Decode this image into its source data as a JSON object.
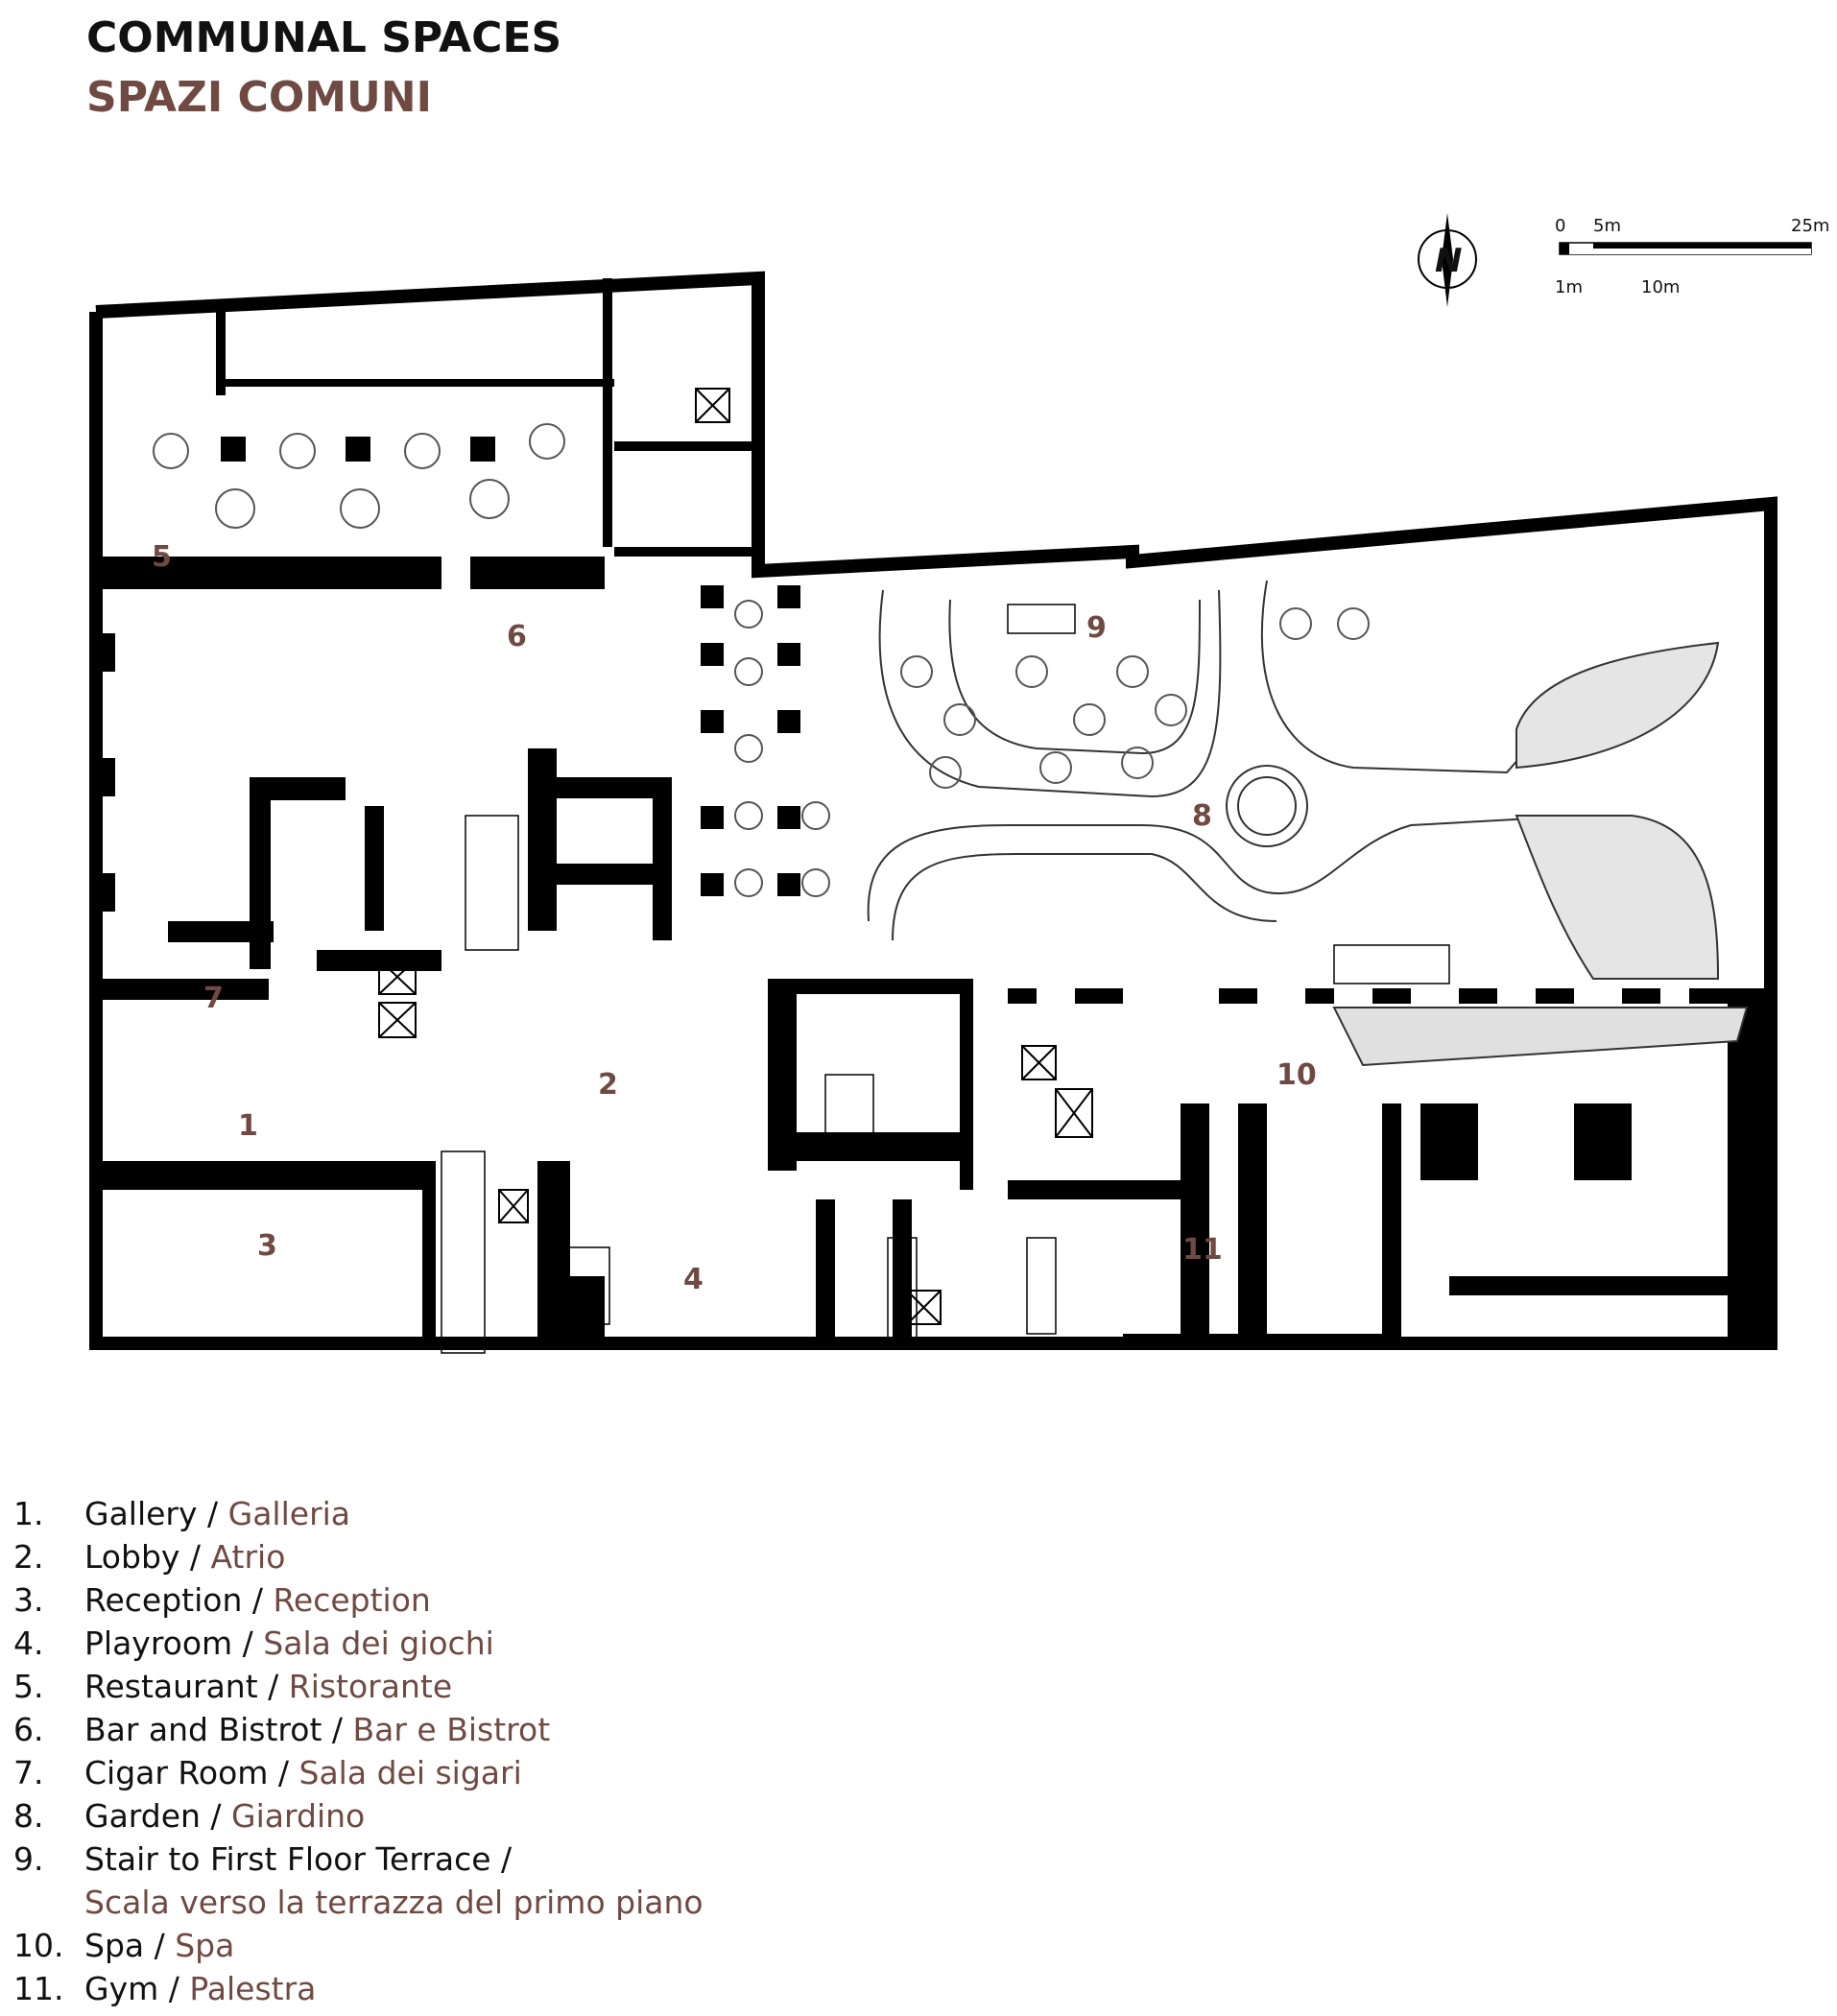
{
  "header": {
    "title": "COMMUNAL SPACES",
    "subtitle": "SPAZI COMUNI"
  },
  "colors": {
    "accent": "#6f4a42",
    "wall": "#000000",
    "text": "#111111"
  },
  "north_arrow": {
    "label": "N"
  },
  "scale_bar": {
    "top_labels": [
      "0",
      "5m",
      "25m"
    ],
    "bottom_labels": [
      "1m",
      "10m"
    ]
  },
  "room_numbers": [
    "1",
    "2",
    "3",
    "4",
    "5",
    "6",
    "7",
    "8",
    "9",
    "10",
    "11"
  ],
  "legend": {
    "items": [
      {
        "num": "1.",
        "en": "Gallery / ",
        "it": "Galleria"
      },
      {
        "num": "2.",
        "en": "Lobby / ",
        "it": "Atrio"
      },
      {
        "num": "3.",
        "en": "Reception / ",
        "it": "Reception"
      },
      {
        "num": "4.",
        "en": "Playroom / ",
        "it": "Sala dei giochi"
      },
      {
        "num": "5.",
        "en": "Restaurant / ",
        "it": "Ristorante"
      },
      {
        "num": "6.",
        "en": "Bar and Bistrot / ",
        "it": "Bar e Bistrot"
      },
      {
        "num": "7.",
        "en": "Cigar Room / ",
        "it": "Sala dei sigari"
      },
      {
        "num": "8.",
        "en": "Garden / ",
        "it": "Giardino"
      },
      {
        "num": "9.",
        "en": "Stair to First Floor Terrace / ",
        "it": "Scala verso la terrazza del primo piano"
      },
      {
        "num": "10.",
        "en": "Spa / ",
        "it": "Spa"
      },
      {
        "num": "11.",
        "en": "Gym / ",
        "it": "Palestra"
      }
    ]
  }
}
